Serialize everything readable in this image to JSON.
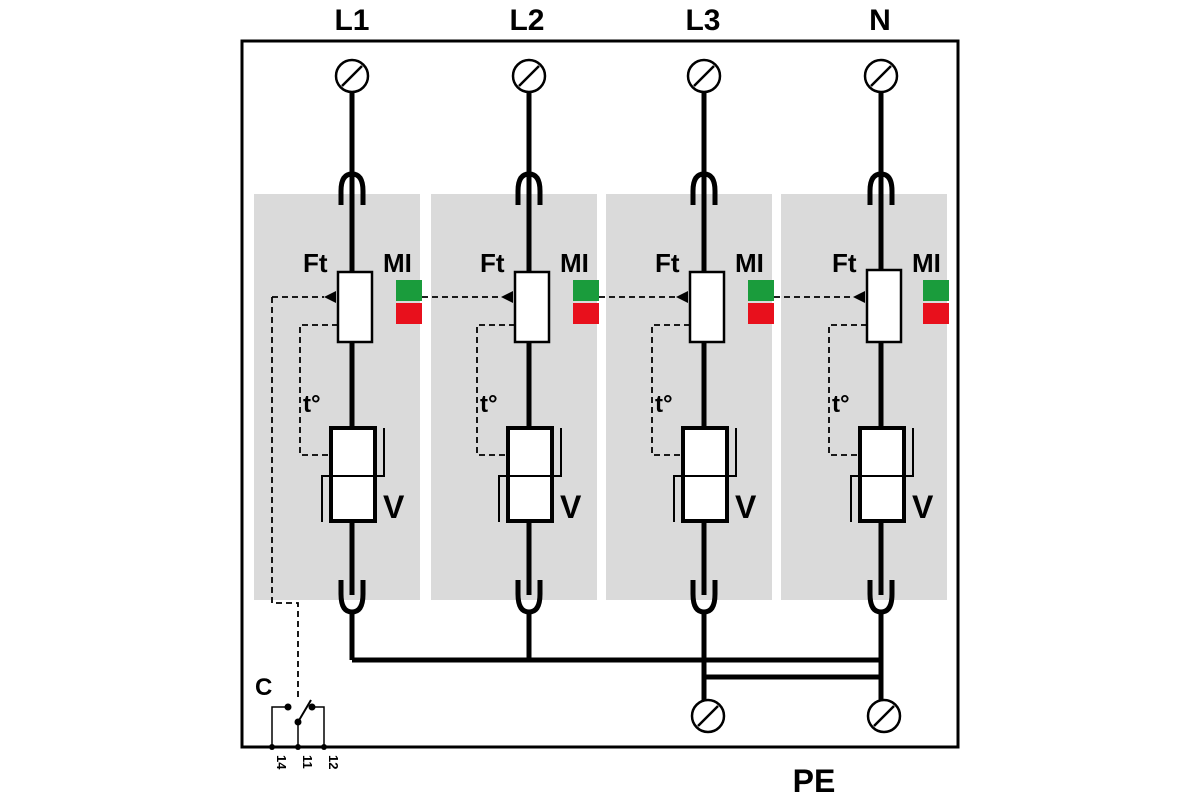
{
  "phases": [
    {
      "label": "L1",
      "fuse_label": "Ft",
      "indicator_label": "MI",
      "thermal_label": "t°",
      "varistor_label": "V"
    },
    {
      "label": "L2",
      "fuse_label": "Ft",
      "indicator_label": "MI",
      "thermal_label": "t°",
      "varistor_label": "V"
    },
    {
      "label": "L3",
      "fuse_label": "Ft",
      "indicator_label": "MI",
      "thermal_label": "t°",
      "varistor_label": "V"
    },
    {
      "label": "N",
      "fuse_label": "Ft",
      "indicator_label": "MI",
      "thermal_label": "t°",
      "varistor_label": "V"
    }
  ],
  "contact": {
    "label": "C",
    "pins": [
      "14",
      "11",
      "12"
    ]
  },
  "earth_label": "PE",
  "colors": {
    "module_fill": "#dadada",
    "indicator_ok": "#1a9c3c",
    "indicator_fault": "#e8101c",
    "line": "#000000"
  }
}
